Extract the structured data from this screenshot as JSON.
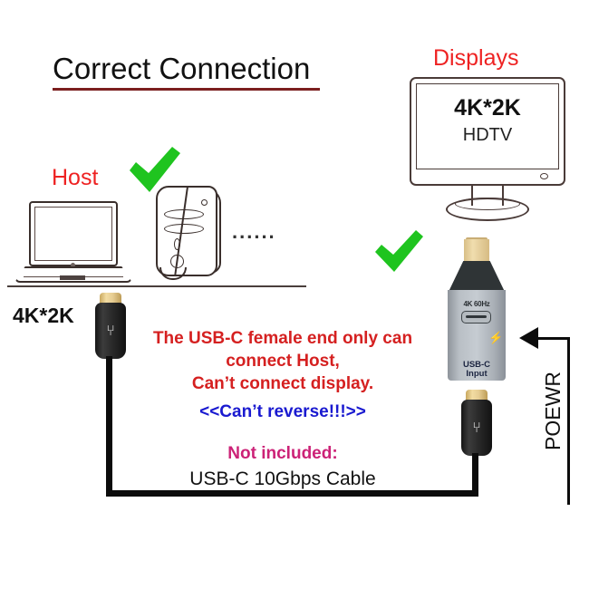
{
  "title": {
    "text": "Correct Connection"
  },
  "labels": {
    "displays": "Displays",
    "host": "Host",
    "left_resolution": "4K*2K",
    "ellipsis": "......"
  },
  "monitor": {
    "resolution": "4K*2K",
    "sub": "HDTV"
  },
  "adapter": {
    "port_mark": "4K 60Hz",
    "bolt_icon": "⚡",
    "label_line1": "USB-C",
    "label_line2": "Input"
  },
  "connectors": {
    "usb_logo": "⑂"
  },
  "notes": {
    "warn_line1": "The USB-C female end only can",
    "warn_line2": "connect Host,",
    "warn_line3": "Can’t connect display.",
    "warn_line4": "<<Can’t reverse!!!>>",
    "not_included": "Not included:",
    "cable_name": "USB-C 10Gbps Cable"
  },
  "power": {
    "label": "POEWR"
  },
  "colors": {
    "title_text": "#111111",
    "title_rule": "#7b1f1f",
    "red_label": "#ee2222",
    "warn_red": "#d52020",
    "warn_blue": "#1a1ad0",
    "not_included_magenta": "#cc2277",
    "check_green": "#1fc41f",
    "outline": "#3a2f2c",
    "cable_black": "#0c0c0c",
    "adapter_silver": "#b9bfc5",
    "adapter_dark": "#2f3436",
    "gold": "#e6cd93"
  }
}
